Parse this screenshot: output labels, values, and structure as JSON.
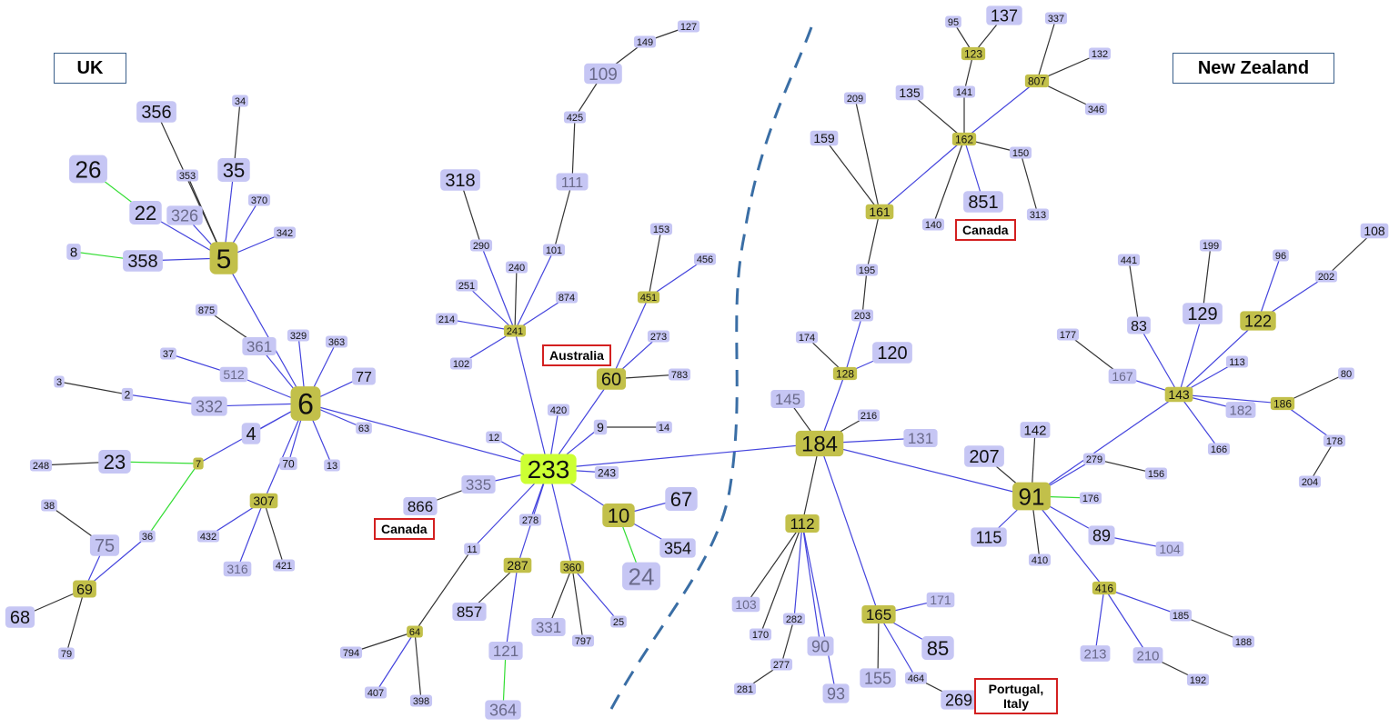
{
  "regions": {
    "left": "UK",
    "right": "New Zealand"
  },
  "countries": {
    "canada_top": "Canada",
    "canada_bottom": "Canada",
    "australia": "Australia",
    "portugal_italy": "Portugal, Italy"
  },
  "colors": {
    "blue_edge": "#4444dd",
    "green_edge": "#33dd33",
    "black_edge": "#333333",
    "node_lavender": "#c6c6f4",
    "node_olive": "#c2c04a",
    "node_center": "#ccff33",
    "divider": "#3a6ea5"
  },
  "nodes": [
    {
      "id": "233",
      "c": "center"
    },
    {
      "id": "6",
      "c": "olive"
    },
    {
      "id": "5",
      "c": "olive"
    },
    {
      "id": "184",
      "c": "olive"
    },
    {
      "id": "91",
      "c": "olive"
    },
    {
      "id": "10",
      "c": "olive"
    },
    {
      "id": "60",
      "c": "olive"
    },
    {
      "id": "112",
      "c": "olive"
    },
    {
      "id": "165",
      "c": "olive"
    },
    {
      "id": "122",
      "c": "olive"
    },
    {
      "id": "161",
      "c": "olive"
    },
    {
      "id": "7",
      "c": "olive"
    },
    {
      "id": "69",
      "c": "olive"
    },
    {
      "id": "307",
      "c": "olive"
    },
    {
      "id": "287",
      "c": "olive"
    },
    {
      "id": "360",
      "c": "olive"
    },
    {
      "id": "64",
      "c": "olive"
    },
    {
      "id": "241",
      "c": "olive"
    },
    {
      "id": "451",
      "c": "olive"
    },
    {
      "id": "128",
      "c": "olive"
    },
    {
      "id": "162",
      "c": "olive"
    },
    {
      "id": "123",
      "c": "olive"
    },
    {
      "id": "807",
      "c": "olive"
    },
    {
      "id": "143",
      "c": "olive"
    },
    {
      "id": "186",
      "c": "olive"
    },
    {
      "id": "416",
      "c": "olive"
    },
    {
      "id": "356",
      "c": "lav"
    },
    {
      "id": "34",
      "c": "lav"
    },
    {
      "id": "26",
      "c": "lav"
    },
    {
      "id": "353",
      "c": "lav"
    },
    {
      "id": "35",
      "c": "lav"
    },
    {
      "id": "22",
      "c": "lav"
    },
    {
      "id": "326",
      "c": "lav"
    },
    {
      "id": "370",
      "c": "lav"
    },
    {
      "id": "342",
      "c": "lav"
    },
    {
      "id": "8",
      "c": "lav"
    },
    {
      "id": "358",
      "c": "lav"
    },
    {
      "id": "875",
      "c": "lav"
    },
    {
      "id": "361",
      "c": "lav"
    },
    {
      "id": "329",
      "c": "lav"
    },
    {
      "id": "363",
      "c": "lav"
    },
    {
      "id": "37",
      "c": "lav"
    },
    {
      "id": "512",
      "c": "lav"
    },
    {
      "id": "77",
      "c": "lav"
    },
    {
      "id": "3",
      "c": "lav"
    },
    {
      "id": "2",
      "c": "lav"
    },
    {
      "id": "332",
      "c": "lav"
    },
    {
      "id": "4",
      "c": "lav"
    },
    {
      "id": "63",
      "c": "lav"
    },
    {
      "id": "248",
      "c": "lav"
    },
    {
      "id": "23",
      "c": "lav"
    },
    {
      "id": "70",
      "c": "lav"
    },
    {
      "id": "13",
      "c": "lav"
    },
    {
      "id": "38",
      "c": "lav"
    },
    {
      "id": "75",
      "c": "lav"
    },
    {
      "id": "36",
      "c": "lav"
    },
    {
      "id": "432",
      "c": "lav"
    },
    {
      "id": "316",
      "c": "lav"
    },
    {
      "id": "421",
      "c": "lav"
    },
    {
      "id": "68",
      "c": "lav"
    },
    {
      "id": "79",
      "c": "lav"
    },
    {
      "id": "127",
      "c": "lav"
    },
    {
      "id": "149",
      "c": "lav"
    },
    {
      "id": "109",
      "c": "lav"
    },
    {
      "id": "425",
      "c": "lav"
    },
    {
      "id": "318",
      "c": "lav"
    },
    {
      "id": "111",
      "c": "lav"
    },
    {
      "id": "153",
      "c": "lav"
    },
    {
      "id": "290",
      "c": "lav"
    },
    {
      "id": "101",
      "c": "lav"
    },
    {
      "id": "456",
      "c": "lav"
    },
    {
      "id": "240",
      "c": "lav"
    },
    {
      "id": "251",
      "c": "lav"
    },
    {
      "id": "874",
      "c": "lav"
    },
    {
      "id": "214",
      "c": "lav"
    },
    {
      "id": "102",
      "c": "lav"
    },
    {
      "id": "273",
      "c": "lav"
    },
    {
      "id": "783",
      "c": "lav"
    },
    {
      "id": "420",
      "c": "lav"
    },
    {
      "id": "12",
      "c": "lav"
    },
    {
      "id": "9",
      "c": "lav"
    },
    {
      "id": "14",
      "c": "lav"
    },
    {
      "id": "243",
      "c": "lav"
    },
    {
      "id": "335",
      "c": "lav"
    },
    {
      "id": "866",
      "c": "lav"
    },
    {
      "id": "67",
      "c": "lav"
    },
    {
      "id": "278",
      "c": "lav"
    },
    {
      "id": "11",
      "c": "lav"
    },
    {
      "id": "354",
      "c": "lav"
    },
    {
      "id": "24",
      "c": "lav"
    },
    {
      "id": "857",
      "c": "lav"
    },
    {
      "id": "331",
      "c": "lav"
    },
    {
      "id": "25",
      "c": "lav"
    },
    {
      "id": "797",
      "c": "lav"
    },
    {
      "id": "121",
      "c": "lav"
    },
    {
      "id": "794",
      "c": "lav"
    },
    {
      "id": "407",
      "c": "lav"
    },
    {
      "id": "398",
      "c": "lav"
    },
    {
      "id": "364",
      "c": "lav"
    },
    {
      "id": "95",
      "c": "lav"
    },
    {
      "id": "137",
      "c": "lav"
    },
    {
      "id": "337",
      "c": "lav"
    },
    {
      "id": "132",
      "c": "lav"
    },
    {
      "id": "141",
      "c": "lav"
    },
    {
      "id": "135",
      "c": "lav"
    },
    {
      "id": "209",
      "c": "lav"
    },
    {
      "id": "346",
      "c": "lav"
    },
    {
      "id": "159",
      "c": "lav"
    },
    {
      "id": "150",
      "c": "lav"
    },
    {
      "id": "851",
      "c": "lav"
    },
    {
      "id": "140",
      "c": "lav"
    },
    {
      "id": "313",
      "c": "lav"
    },
    {
      "id": "195",
      "c": "lav"
    },
    {
      "id": "203",
      "c": "lav"
    },
    {
      "id": "174",
      "c": "lav"
    },
    {
      "id": "120",
      "c": "lav"
    },
    {
      "id": "145",
      "c": "lav"
    },
    {
      "id": "216",
      "c": "lav"
    },
    {
      "id": "131",
      "c": "lav"
    },
    {
      "id": "108",
      "c": "lav"
    },
    {
      "id": "199",
      "c": "lav"
    },
    {
      "id": "441",
      "c": "lav"
    },
    {
      "id": "96",
      "c": "lav"
    },
    {
      "id": "202",
      "c": "lav"
    },
    {
      "id": "83",
      "c": "lav"
    },
    {
      "id": "129",
      "c": "lav"
    },
    {
      "id": "177",
      "c": "lav"
    },
    {
      "id": "113",
      "c": "lav"
    },
    {
      "id": "80",
      "c": "lav"
    },
    {
      "id": "167",
      "c": "lav"
    },
    {
      "id": "182",
      "c": "lav"
    },
    {
      "id": "178",
      "c": "lav"
    },
    {
      "id": "142",
      "c": "lav"
    },
    {
      "id": "207",
      "c": "lav"
    },
    {
      "id": "279",
      "c": "lav"
    },
    {
      "id": "156",
      "c": "lav"
    },
    {
      "id": "166",
      "c": "lav"
    },
    {
      "id": "204",
      "c": "lav"
    },
    {
      "id": "176",
      "c": "lav"
    },
    {
      "id": "115",
      "c": "lav"
    },
    {
      "id": "89",
      "c": "lav"
    },
    {
      "id": "104",
      "c": "lav"
    },
    {
      "id": "410",
      "c": "lav"
    },
    {
      "id": "103",
      "c": "lav"
    },
    {
      "id": "282",
      "c": "lav"
    },
    {
      "id": "170",
      "c": "lav"
    },
    {
      "id": "90",
      "c": "lav"
    },
    {
      "id": "171",
      "c": "lav"
    },
    {
      "id": "85",
      "c": "lav"
    },
    {
      "id": "277",
      "c": "lav"
    },
    {
      "id": "155",
      "c": "lav"
    },
    {
      "id": "464",
      "c": "lav"
    },
    {
      "id": "281",
      "c": "lav"
    },
    {
      "id": "93",
      "c": "lav"
    },
    {
      "id": "269",
      "c": "lav"
    },
    {
      "id": "185",
      "c": "lav"
    },
    {
      "id": "188",
      "c": "lav"
    },
    {
      "id": "213",
      "c": "lav"
    },
    {
      "id": "210",
      "c": "lav"
    },
    {
      "id": "192",
      "c": "lav"
    }
  ],
  "edges": [
    [
      "356",
      "5",
      "k"
    ],
    [
      "34",
      "35",
      "k"
    ],
    [
      "35",
      "5",
      "b"
    ],
    [
      "353",
      "5",
      "k"
    ],
    [
      "26",
      "22",
      "g"
    ],
    [
      "22",
      "5",
      "b"
    ],
    [
      "326",
      "5",
      "b"
    ],
    [
      "370",
      "5",
      "b"
    ],
    [
      "342",
      "5",
      "b"
    ],
    [
      "8",
      "358",
      "g"
    ],
    [
      "358",
      "5",
      "b"
    ],
    [
      "5",
      "6",
      "b"
    ],
    [
      "875",
      "361",
      "k"
    ],
    [
      "361",
      "6",
      "b"
    ],
    [
      "329",
      "6",
      "b"
    ],
    [
      "363",
      "6",
      "b"
    ],
    [
      "37",
      "512",
      "b"
    ],
    [
      "512",
      "6",
      "b"
    ],
    [
      "77",
      "6",
      "b"
    ],
    [
      "3",
      "2",
      "k"
    ],
    [
      "2",
      "332",
      "b"
    ],
    [
      "332",
      "6",
      "b"
    ],
    [
      "4",
      "6",
      "b"
    ],
    [
      "7",
      "6",
      "b"
    ],
    [
      "63",
      "6",
      "b"
    ],
    [
      "70",
      "6",
      "b"
    ],
    [
      "13",
      "6",
      "b"
    ],
    [
      "248",
      "23",
      "k"
    ],
    [
      "23",
      "7",
      "g"
    ],
    [
      "7",
      "36",
      "g"
    ],
    [
      "36",
      "69",
      "b"
    ],
    [
      "38",
      "75",
      "k"
    ],
    [
      "75",
      "69",
      "b"
    ],
    [
      "68",
      "69",
      "k"
    ],
    [
      "79",
      "69",
      "k"
    ],
    [
      "307",
      "6",
      "b"
    ],
    [
      "432",
      "307",
      "b"
    ],
    [
      "316",
      "307",
      "b"
    ],
    [
      "421",
      "307",
      "k"
    ],
    [
      "6",
      "233",
      "b"
    ],
    [
      "127",
      "149",
      "k"
    ],
    [
      "149",
      "109",
      "k"
    ],
    [
      "109",
      "425",
      "k"
    ],
    [
      "425",
      "111",
      "k"
    ],
    [
      "111",
      "101",
      "k"
    ],
    [
      "101",
      "241",
      "b"
    ],
    [
      "318",
      "290",
      "k"
    ],
    [
      "290",
      "241",
      "b"
    ],
    [
      "240",
      "241",
      "k"
    ],
    [
      "251",
      "241",
      "b"
    ],
    [
      "874",
      "241",
      "b"
    ],
    [
      "214",
      "241",
      "b"
    ],
    [
      "102",
      "241",
      "b"
    ],
    [
      "241",
      "233",
      "b"
    ],
    [
      "153",
      "451",
      "k"
    ],
    [
      "456",
      "451",
      "b"
    ],
    [
      "451",
      "60",
      "b"
    ],
    [
      "273",
      "60",
      "b"
    ],
    [
      "783",
      "60",
      "k"
    ],
    [
      "60",
      "233",
      "b"
    ],
    [
      "420",
      "233",
      "b"
    ],
    [
      "12",
      "233",
      "b"
    ],
    [
      "9",
      "233",
      "b"
    ],
    [
      "14",
      "9",
      "k"
    ],
    [
      "243",
      "233",
      "b"
    ],
    [
      "335",
      "233",
      "b"
    ],
    [
      "866",
      "335",
      "k"
    ],
    [
      "10",
      "233",
      "b"
    ],
    [
      "67",
      "10",
      "b"
    ],
    [
      "354",
      "10",
      "b"
    ],
    [
      "24",
      "10",
      "g"
    ],
    [
      "278",
      "233",
      "b"
    ],
    [
      "287",
      "233",
      "b"
    ],
    [
      "11",
      "233",
      "b"
    ],
    [
      "857",
      "287",
      "k"
    ],
    [
      "121",
      "287",
      "b"
    ],
    [
      "364",
      "121",
      "g"
    ],
    [
      "360",
      "233",
      "b"
    ],
    [
      "331",
      "360",
      "k"
    ],
    [
      "797",
      "360",
      "k"
    ],
    [
      "25",
      "360",
      "b"
    ],
    [
      "64",
      "11",
      "k"
    ],
    [
      "794",
      "64",
      "k"
    ],
    [
      "407",
      "64",
      "b"
    ],
    [
      "398",
      "64",
      "k"
    ],
    [
      "233",
      "184",
      "b"
    ],
    [
      "95",
      "123",
      "k"
    ],
    [
      "137",
      "123",
      "k"
    ],
    [
      "123",
      "141",
      "k"
    ],
    [
      "141",
      "162",
      "k"
    ],
    [
      "337",
      "807",
      "k"
    ],
    [
      "132",
      "807",
      "k"
    ],
    [
      "346",
      "807",
      "k"
    ],
    [
      "807",
      "162",
      "b"
    ],
    [
      "135",
      "162",
      "k"
    ],
    [
      "150",
      "162",
      "k"
    ],
    [
      "313",
      "150",
      "k"
    ],
    [
      "851",
      "162",
      "b"
    ],
    [
      "140",
      "162",
      "k"
    ],
    [
      "162",
      "161",
      "b"
    ],
    [
      "209",
      "161",
      "k"
    ],
    [
      "159",
      "161",
      "k"
    ],
    [
      "161",
      "195",
      "k"
    ],
    [
      "195",
      "203",
      "k"
    ],
    [
      "203",
      "128",
      "b"
    ],
    [
      "174",
      "128",
      "k"
    ],
    [
      "120",
      "128",
      "b"
    ],
    [
      "128",
      "184",
      "b"
    ],
    [
      "145",
      "184",
      "k"
    ],
    [
      "216",
      "184",
      "k"
    ],
    [
      "131",
      "184",
      "b"
    ],
    [
      "184",
      "91",
      "b"
    ],
    [
      "184",
      "112",
      "k"
    ],
    [
      "184",
      "165",
      "b"
    ],
    [
      "112",
      "103",
      "k"
    ],
    [
      "112",
      "170",
      "k"
    ],
    [
      "112",
      "282",
      "b"
    ],
    [
      "282",
      "277",
      "k"
    ],
    [
      "277",
      "281",
      "k"
    ],
    [
      "112",
      "90",
      "b"
    ],
    [
      "112",
      "93",
      "b"
    ],
    [
      "171",
      "165",
      "b"
    ],
    [
      "85",
      "165",
      "b"
    ],
    [
      "155",
      "165",
      "k"
    ],
    [
      "464",
      "165",
      "b"
    ],
    [
      "269",
      "464",
      "k"
    ],
    [
      "142",
      "91",
      "k"
    ],
    [
      "207",
      "91",
      "k"
    ],
    [
      "176",
      "91",
      "g"
    ],
    [
      "115",
      "91",
      "b"
    ],
    [
      "89",
      "91",
      "b"
    ],
    [
      "104",
      "89",
      "b"
    ],
    [
      "410",
      "91",
      "k"
    ],
    [
      "279",
      "91",
      "b"
    ],
    [
      "156",
      "279",
      "k"
    ],
    [
      "143",
      "91",
      "b"
    ],
    [
      "416",
      "91",
      "b"
    ],
    [
      "185",
      "416",
      "b"
    ],
    [
      "188",
      "185",
      "k"
    ],
    [
      "213",
      "416",
      "b"
    ],
    [
      "210",
      "416",
      "b"
    ],
    [
      "192",
      "210",
      "k"
    ],
    [
      "441",
      "83",
      "k"
    ],
    [
      "83",
      "143",
      "b"
    ],
    [
      "129",
      "143",
      "b"
    ],
    [
      "199",
      "129",
      "k"
    ],
    [
      "177",
      "167",
      "k"
    ],
    [
      "167",
      "143",
      "b"
    ],
    [
      "122",
      "143",
      "b"
    ],
    [
      "96",
      "122",
      "b"
    ],
    [
      "108",
      "202",
      "k"
    ],
    [
      "202",
      "122",
      "b"
    ],
    [
      "113",
      "143",
      "b"
    ],
    [
      "182",
      "143",
      "b"
    ],
    [
      "166",
      "143",
      "b"
    ],
    [
      "143",
      "186",
      "b"
    ],
    [
      "80",
      "186",
      "k"
    ],
    [
      "178",
      "186",
      "b"
    ],
    [
      "204",
      "178",
      "k"
    ]
  ]
}
